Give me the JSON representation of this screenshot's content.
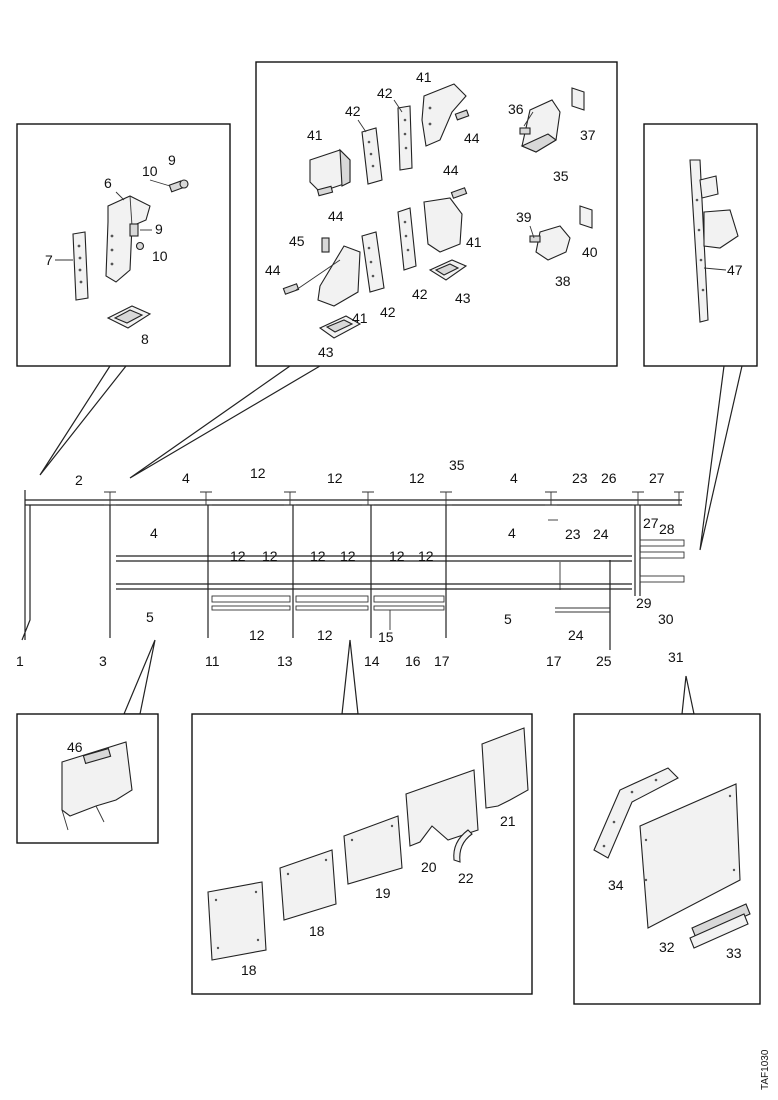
{
  "labels": {
    "l1": "1",
    "l2": "2",
    "l3": "3",
    "l4a": "4",
    "l4b": "4",
    "l4c": "4",
    "l4d": "4",
    "l5a": "5",
    "l5b": "5",
    "l6": "6",
    "l7": "7",
    "l8": "8",
    "l9a": "9",
    "l9b": "9",
    "l10a": "10",
    "l10b": "10",
    "l11": "11",
    "l12a": "12",
    "l12b": "12",
    "l12c": "12",
    "l12d": "12",
    "l12e": "12",
    "l12f": "12",
    "l12g": "12",
    "l12h": "12",
    "l12i": "12",
    "l12j": "12",
    "l12k": "12",
    "l13": "13",
    "l14": "14",
    "l15": "15",
    "l16": "16",
    "l17a": "17",
    "l17b": "17",
    "l18a": "18",
    "l18b": "18",
    "l19": "19",
    "l20": "20",
    "l21": "21",
    "l22": "22",
    "l23a": "23",
    "l23b": "23",
    "l24a": "24",
    "l24b": "24",
    "l25": "25",
    "l26": "26",
    "l27a": "27",
    "l27b": "27",
    "l28": "28",
    "l29": "29",
    "l30": "30",
    "l31": "31",
    "l32": "32",
    "l33": "33",
    "l34": "34",
    "l35a": "35",
    "l35b": "35",
    "l36": "36",
    "l37": "37",
    "l38": "38",
    "l39": "39",
    "l40": "40",
    "l41a": "41",
    "l41b": "41",
    "l41c": "41",
    "l41d": "41",
    "l42a": "42",
    "l42b": "42",
    "l42c": "42",
    "l42d": "42",
    "l43a": "43",
    "l43b": "43",
    "l44a": "44",
    "l44b": "44",
    "l44c": "44",
    "l44d": "44",
    "l45": "45",
    "l46": "46",
    "l47": "47"
  },
  "figure_ref": "TAF1030"
}
